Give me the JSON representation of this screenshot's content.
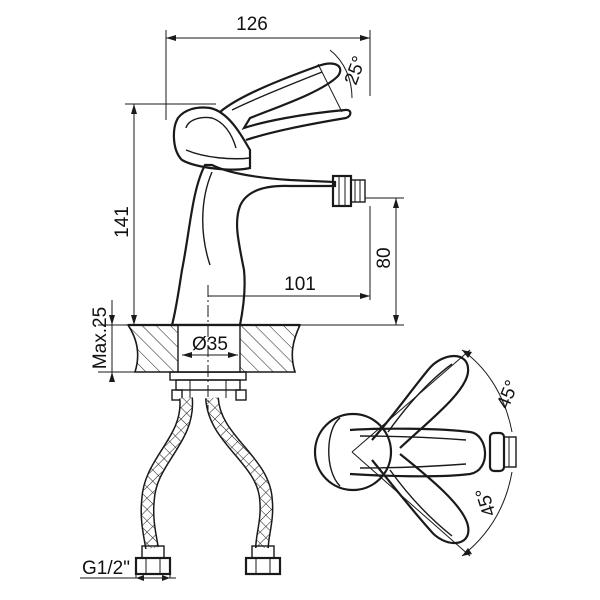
{
  "dimensions": {
    "width_total": "126",
    "height_total": "141",
    "spout_reach": "101",
    "spout_height": "80",
    "lever_angle": "25°",
    "rotation_top": "45°",
    "rotation_bottom": "45°",
    "max_thickness": "Max.25",
    "hole_diameter": "Ø35",
    "thread": "G1/2\""
  }
}
